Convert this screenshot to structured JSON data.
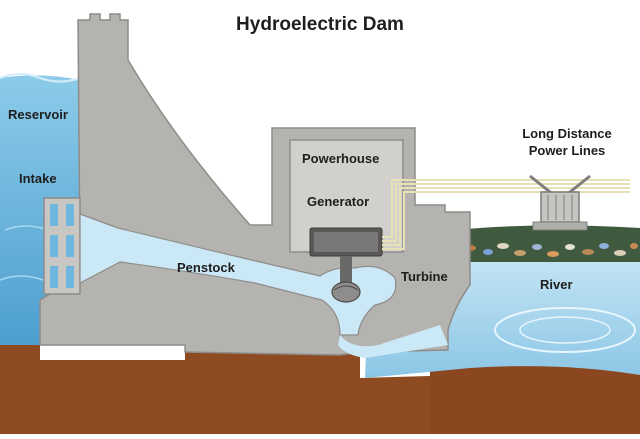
{
  "title": "Hydroelectric Dam",
  "labels": {
    "reservoir": "Reservoir",
    "intake": "Intake",
    "penstock": "Penstock",
    "powerhouse": "Powerhouse",
    "generator": "Generator",
    "turbine": "Turbine",
    "power_lines_line1": "Long Distance",
    "power_lines_line2": "Power Lines",
    "river": "River"
  },
  "colors": {
    "dam_concrete": "#b5b3b0",
    "dam_outline": "#8e8c89",
    "reservoir_water": "#6fb7dd",
    "channel_water": "#cbe8f6",
    "river_water": "#a9d6ef",
    "earth": "#8e4b22",
    "generator_metal": "#5a5857",
    "cables": "#e9e1b6",
    "text": "#1e1e1e"
  }
}
